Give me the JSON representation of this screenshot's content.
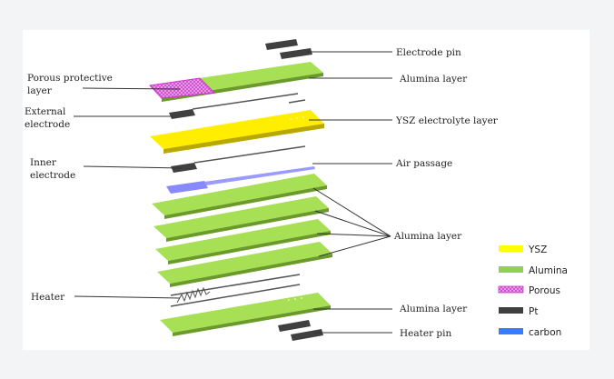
{
  "labels": {
    "electrode_pin": "Electrode pin",
    "alumina_top": "Alumina layer",
    "porous_1": "Porous protective",
    "porous_2": "layer",
    "external_1": "External",
    "external_2": "electrode",
    "ysz": "YSZ electrolyte layer",
    "inner_1": "Inner",
    "inner_2": "electrode",
    "air": "Air passage",
    "alumina_mid": "Alumina layer",
    "heater": "Heater",
    "alumina_bottom": "Alumina layer",
    "heater_pin": "Heater pin"
  },
  "legend": [
    {
      "label": "YSZ",
      "color": "#ffff00",
      "pattern": false
    },
    {
      "label": "Alumina",
      "color": "#92d050",
      "pattern": false
    },
    {
      "label": "Porous",
      "color": "#e060e0",
      "pattern": true
    },
    {
      "label": "Pt",
      "color": "#404040",
      "pattern": false
    },
    {
      "label": "carbon",
      "color": "#3a7bff",
      "pattern": false
    }
  ],
  "colors": {
    "alumina": "#a8e055",
    "alumina_side": "#6a9a2a",
    "ysz": "#ffee00",
    "ysz_side": "#b8a800",
    "porous": "#ee88ee",
    "pt": "#404040",
    "carbon": "#8888ff"
  }
}
